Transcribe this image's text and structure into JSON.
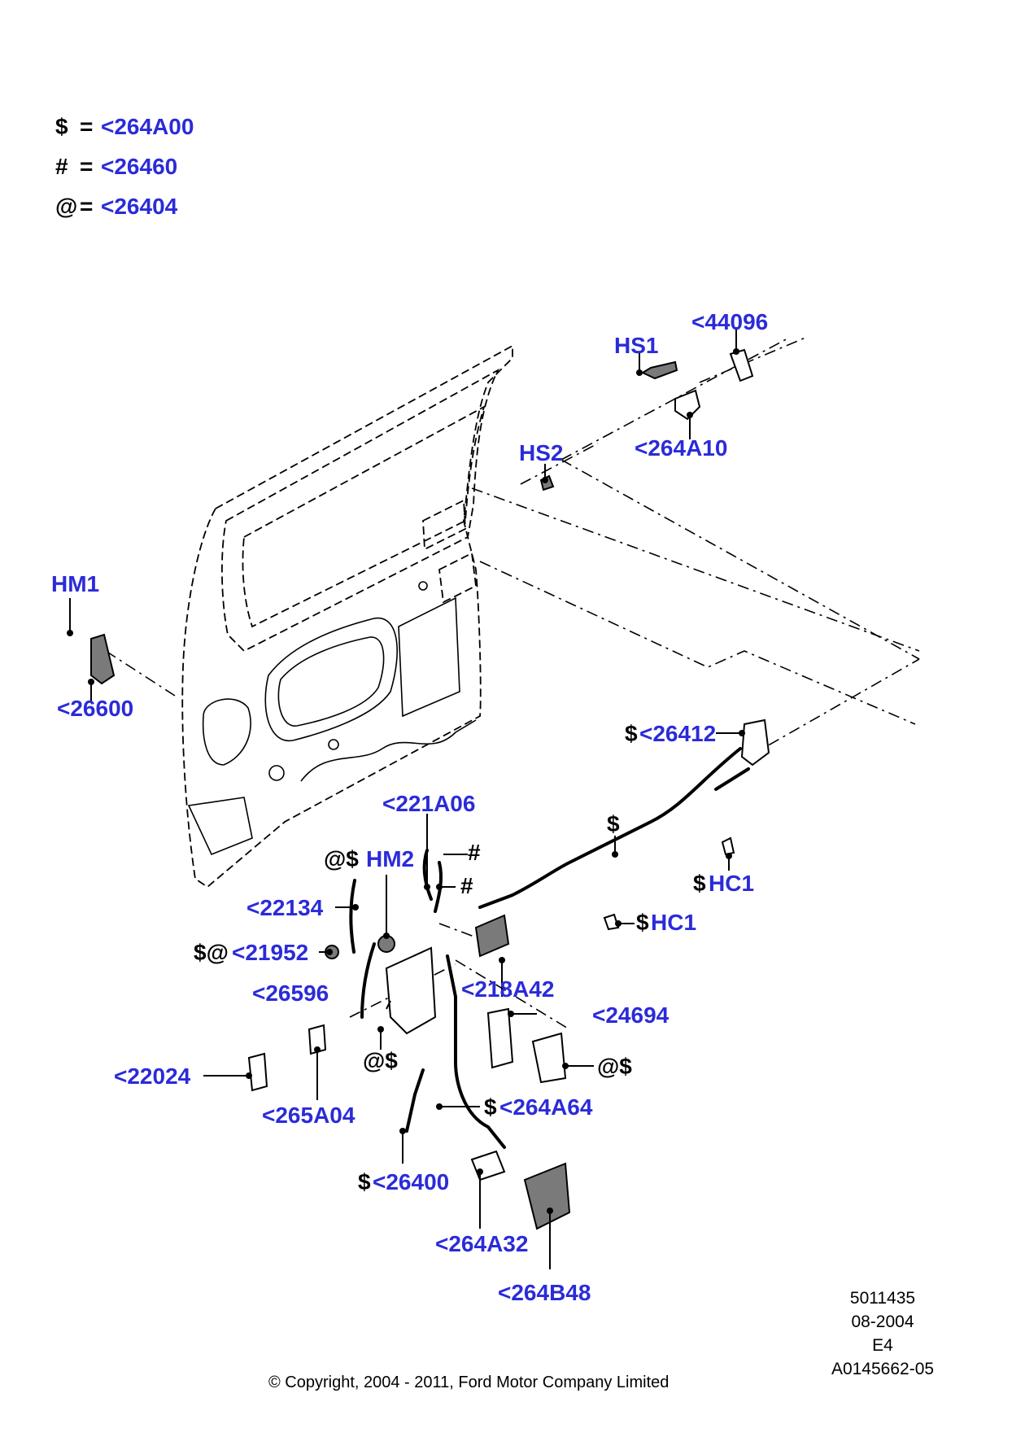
{
  "legend": [
    {
      "symbol": "$",
      "ref": "<264A00"
    },
    {
      "symbol": "#",
      "ref": "<26460"
    },
    {
      "symbol": "@",
      "ref": "<26404"
    }
  ],
  "labels": {
    "ref_44096": "<44096",
    "hs1": "HS1",
    "ref_264A10": "<264A10",
    "hs2": "HS2",
    "hm1": "HM1",
    "ref_26600": "<26600",
    "ref_26412": "<26412",
    "dollar_cable": "$",
    "hc1_upper": "HC1",
    "hc1_lower": "HC1",
    "ref_221A06": "<221A06",
    "hash_upper": "#",
    "hash_lower": "#",
    "hm2": "HM2",
    "ref_22134": "<22134",
    "ref_21952": "<21952",
    "ref_218A42": "<218A42",
    "ref_26596": "<26596",
    "ref_24694": "<24694",
    "ref_22024": "<22024",
    "ref_265A04": "<265A04",
    "ref_264A64": "<264A64",
    "ref_26400": "<26400",
    "ref_264A32": "<264A32",
    "ref_264B48": "<264B48",
    "pfx_dollar": "$",
    "pfx_at_dollar": "@$",
    "pfx_dollar_at": "$@"
  },
  "meta": {
    "number": "5011435",
    "date": "08-2004",
    "code": "E4",
    "ref": "A0145662-05"
  },
  "copyright": "© Copyright, 2004 - 2011, Ford Motor Company Limited",
  "colors": {
    "label": "#2b2bd9",
    "line": "#000000"
  }
}
